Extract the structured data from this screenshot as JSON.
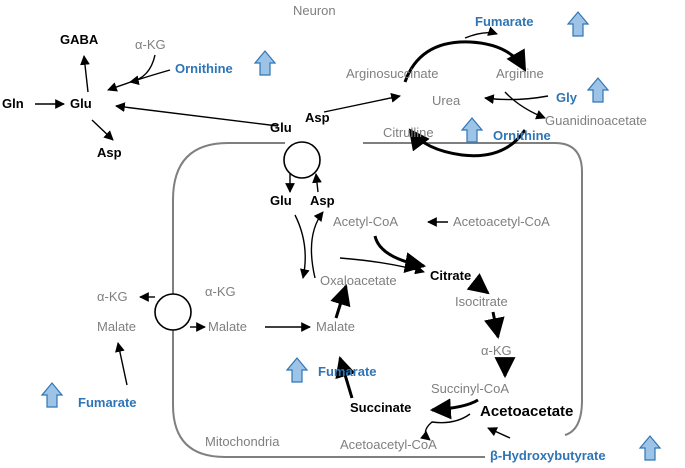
{
  "labels": {
    "neuron": "Neuron",
    "mitochondria": "Mitochondria",
    "gaba": "GABA",
    "akg_top": "α-KG",
    "ornithine_top": "Ornithine",
    "gln": "Gln",
    "glu_left": "Glu",
    "asp_left": "Asp",
    "glu_mid": "Glu",
    "asp_mid": "Asp",
    "glu_low": "Glu",
    "asp_low": "Asp",
    "fumarate_top": "Fumarate",
    "argininosuccinate": "Arginosuccinate",
    "arginine": "Arginine",
    "urea": "Urea",
    "gly": "Gly",
    "guanidinoacetate": "Guanidinoacetate",
    "citrulline": "Citrulline",
    "ornithine_right": "Ornithine",
    "acetylcoa": "Acetyl-CoA",
    "acetoacetylcoa_top": "Acetoacetyl-CoA",
    "oxaloacetate": "Oxaloacetate",
    "citrate": "Citrate",
    "isocitrate": "Isocitrate",
    "akg_left_out": "α-KG",
    "akg_left_in": "α-KG",
    "malate_left_out": "Malate",
    "malate_left_in": "Malate",
    "malate_center": "Malate",
    "akg_right": "α-KG",
    "fumarate_left": "Fumarate",
    "fumarate_center": "Fumarate",
    "succinylcoa": "Succinyl-CoA",
    "succinate": "Succinate",
    "acetoacetate": "Acetoacetate",
    "acetoacetylcoa_bottom": "Acetoacetyl-CoA",
    "hydroxybutyrate": "β-Hydroxybutyrate"
  },
  "colors": {
    "gray_text": "#7f7f7f",
    "black_text": "#000000",
    "blue_text": "#2e75b6",
    "arrow_fill": "#9dc3e6",
    "membrane": "#7f7f7f"
  },
  "icons": [
    "up-arrow-icon"
  ]
}
